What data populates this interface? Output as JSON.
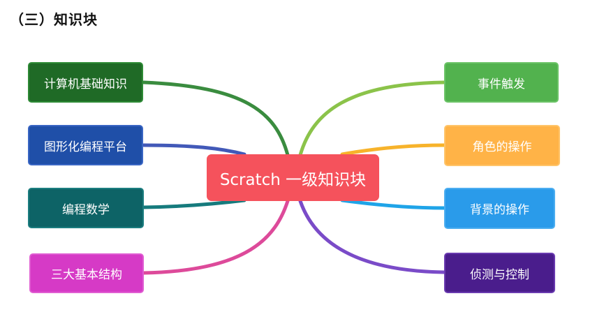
{
  "heading": "（三）知识块",
  "center": {
    "label": "Scratch 一级知识块",
    "color": "#F5525C"
  },
  "left_nodes": [
    {
      "label": "计算机基础知识",
      "fill": "#1F6A26",
      "border": "#2E8B36",
      "line": "#3A8C3F"
    },
    {
      "label": "图形化编程平台",
      "fill": "#1F4FA8",
      "border": "#3A66C4",
      "line": "#4259B8"
    },
    {
      "label": "编程数学",
      "fill": "#0D6366",
      "border": "#1C7E80",
      "line": "#167B7D"
    },
    {
      "label": "三大基本结构",
      "fill": "#D63AC6",
      "border": "#E05DD2",
      "line": "#DD4A9A"
    }
  ],
  "right_nodes": [
    {
      "label": "事件触发",
      "fill": "#52B24E",
      "border": "#6CC468",
      "line": "#8BC34A"
    },
    {
      "label": "角色的操作",
      "fill": "#FFB347",
      "border": "#FFC469",
      "line": "#F7B32B"
    },
    {
      "label": "背景的操作",
      "fill": "#2A9BEA",
      "border": "#4DAEF0",
      "line": "#1FA4E8"
    },
    {
      "label": "侦测与控制",
      "fill": "#4A1D8C",
      "border": "#6A3AB0",
      "line": "#7A4BC8"
    }
  ]
}
